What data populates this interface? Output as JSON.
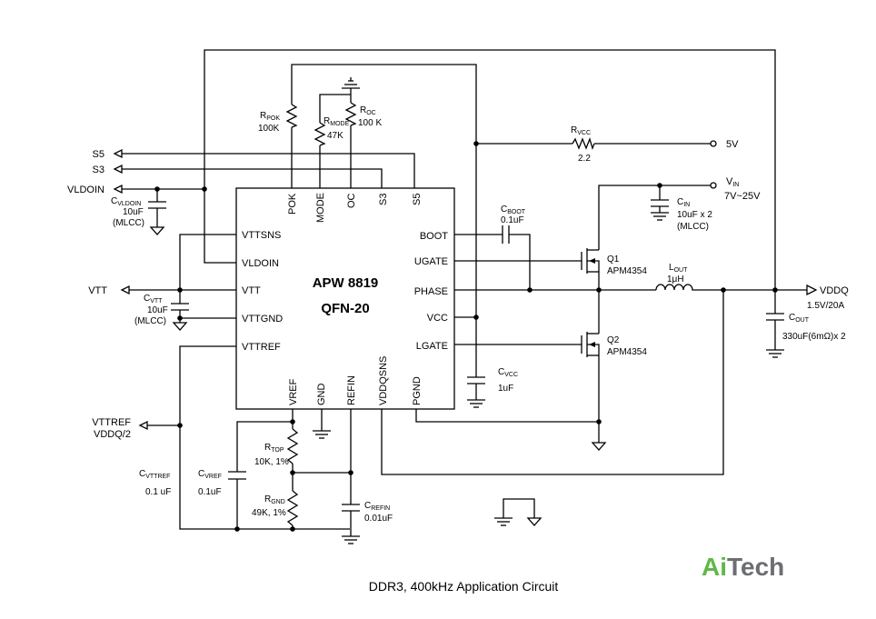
{
  "ic": {
    "part": "APW 8819",
    "package": "QFN-20",
    "left_pins": [
      "VTTSNS",
      "VLDOIN",
      "VTT",
      "VTTGND",
      "VTTREF"
    ],
    "right_pins": [
      "BOOT",
      "UGATE",
      "PHASE",
      "VCC",
      "LGATE"
    ],
    "top_pins": [
      "POK",
      "MODE",
      "OC",
      "S3",
      "S5"
    ],
    "bottom_pins": [
      "VREF",
      "GND",
      "REFIN",
      "VDDQSNS",
      "PGND"
    ]
  },
  "signals": {
    "s5": "S5",
    "s3": "S3",
    "vldoin": "VLDOIN",
    "vtt": "VTT",
    "vttref": "VTTREF",
    "vttref_sub": "VDDQ/2",
    "five_v": "5V",
    "vin_main": "V",
    "vin_sub": "IN",
    "vin_range": "7V~25V",
    "vddq": "VDDQ",
    "vddq_value": "1.5V/20A"
  },
  "components": {
    "rpok": {
      "main": "R",
      "sub": "POK",
      "value": "100K"
    },
    "rmode": {
      "main": "R",
      "sub": "MODE",
      "value": "47K"
    },
    "roc": {
      "main": "R",
      "sub": "OC",
      "value": "100 K"
    },
    "rvcc": {
      "main": "R",
      "sub": "VCC",
      "value": "2.2"
    },
    "cvldoin": {
      "main": "C",
      "sub": "VLDOIN",
      "value": "10uF",
      "note": "(MLCC)"
    },
    "cvtt": {
      "main": "C",
      "sub": "VTT",
      "value": "10uF",
      "note": "(MLCC)"
    },
    "cboot": {
      "main": "C",
      "sub": "BOOT",
      "value": "0.1uF"
    },
    "cin": {
      "main": "C",
      "sub": "IN",
      "value": "10uF x 2",
      "note": "(MLCC)"
    },
    "q1": {
      "name": "Q1",
      "part": "APM4354"
    },
    "q2": {
      "name": "Q2",
      "part": "APM4354"
    },
    "lout": {
      "main": "L",
      "sub": "OUT",
      "value": "1μH"
    },
    "cout": {
      "main": "C",
      "sub": "OUT",
      "value": "330uF(6mΩ)x 2"
    },
    "cvcc": {
      "main": "C",
      "sub": "VCC",
      "value": "1uF"
    },
    "cvttref": {
      "main": "C",
      "sub": "VTTREF",
      "value": "0.1 uF"
    },
    "cvref": {
      "main": "C",
      "sub": "VREF",
      "value": "0.1uF"
    },
    "rtop": {
      "main": "R",
      "sub": "TOP",
      "value": "10K, 1%"
    },
    "rgnd": {
      "main": "R",
      "sub": "GND",
      "value": "49K, 1%"
    },
    "crefin": {
      "main": "C",
      "sub": "REFIN",
      "value": "0.01uF"
    }
  },
  "caption": "DDR3, 400kHz Application Circuit",
  "logo": {
    "part1": "Ai",
    "part2": "Tech",
    "color_green": "#5fb846",
    "color_gray": "#6d6e71"
  }
}
